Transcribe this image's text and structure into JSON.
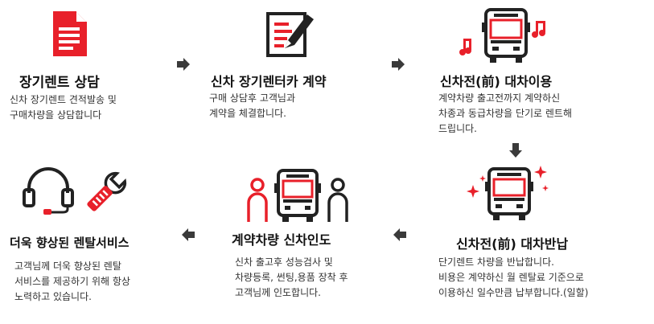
{
  "steps": [
    {
      "title": "장기렌트 상담",
      "desc": "신차 장기렌트 견적발송 및\n구매차량을 상담합니다"
    },
    {
      "title": "신차 장기렌터카 계약",
      "desc": "구매 상담후 고객님과\n계약을 체결합니다."
    },
    {
      "title": "신차전(前) 대차이용",
      "desc": "계약차량 출고전까지 계약하신\n차종과 동급차량을 단기로 렌트해\n드립니다."
    },
    {
      "title": "신차전(前) 대차반납",
      "desc": "단기렌트 차량을 반납합니다.\n비용은 계약하신 월 렌탈료 기준으로\n이용하신 일수만큼 납부합니다.(일할)"
    },
    {
      "title": "계약차량 신차인도",
      "desc": "신차 출고후 성능검사 및\n차량등록, 썬팅,용품 장착 후\n고객님께 인도합니다."
    },
    {
      "title": "더욱 향상된 렌탈서비스",
      "desc": "고객님께 더욱 향상된 렌탈\n서비스를 제공하기 위해 항상\n노력하고 있습니다."
    }
  ],
  "colors": {
    "accent": "#e8202a",
    "dark": "#222222",
    "arrow": "#3a3a3a"
  },
  "icons": [
    "document-icon",
    "contract-pen-icon",
    "bus-music-icon",
    "bus-sparkle-icon",
    "people-bus-icon",
    "headset-icon",
    "wrench-icon"
  ]
}
